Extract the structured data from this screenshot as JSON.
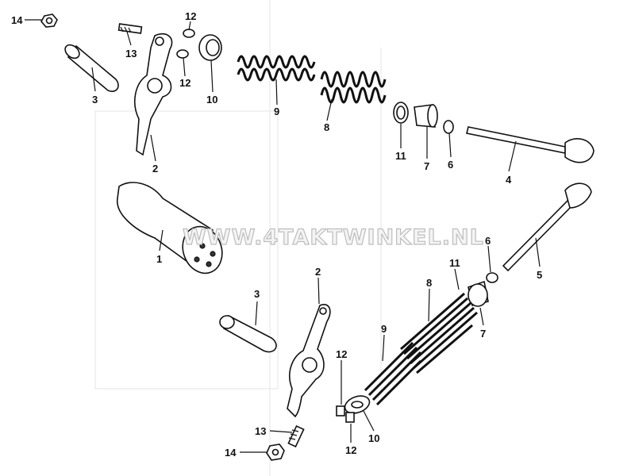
{
  "watermark": "WWW.4TAKTWINKEL.NL",
  "colors": {
    "line": "#111111",
    "watermark_outline": "#bdbdbd",
    "background": "#ffffff"
  },
  "callouts": [
    {
      "part": "14",
      "label": "14"
    },
    {
      "part": "13",
      "label": "13"
    },
    {
      "part": "12",
      "label": "12"
    },
    {
      "part": "12",
      "label": "12"
    },
    {
      "part": "10",
      "label": "10"
    },
    {
      "part": "9",
      "label": "9"
    },
    {
      "part": "8",
      "label": "8"
    },
    {
      "part": "3",
      "label": "3"
    },
    {
      "part": "2",
      "label": "2"
    },
    {
      "part": "11",
      "label": "11"
    },
    {
      "part": "7",
      "label": "7"
    },
    {
      "part": "6",
      "label": "6"
    },
    {
      "part": "4",
      "label": "4"
    },
    {
      "part": "1",
      "label": "1"
    },
    {
      "part": "6",
      "label": "6"
    },
    {
      "part": "11",
      "label": "11"
    },
    {
      "part": "5",
      "label": "5"
    },
    {
      "part": "2",
      "label": "2"
    },
    {
      "part": "8",
      "label": "8"
    },
    {
      "part": "3",
      "label": "3"
    },
    {
      "part": "7",
      "label": "7"
    },
    {
      "part": "9",
      "label": "9"
    },
    {
      "part": "12",
      "label": "12"
    },
    {
      "part": "13",
      "label": "13"
    },
    {
      "part": "10",
      "label": "10"
    },
    {
      "part": "12",
      "label": "12"
    },
    {
      "part": "14",
      "label": "14"
    }
  ]
}
